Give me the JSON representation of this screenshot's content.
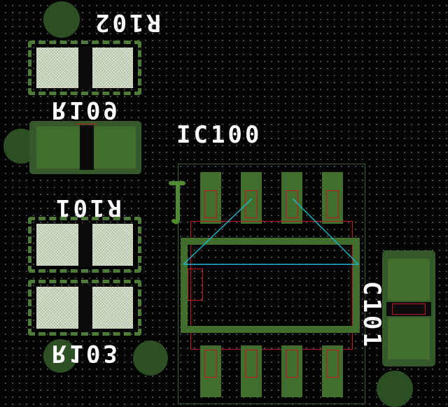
{
  "refdes": {
    "r102": "R102",
    "r109": "R109",
    "r101": "R101",
    "r103": "R103",
    "ic100": "IC100",
    "c101": "C101"
  },
  "colors": {
    "background": "#000000",
    "grid": "#5a5a5a",
    "copper": "#416e2c",
    "via": "#2c4f24",
    "silk": "#ffffff",
    "paste": "#dfe8d7",
    "courtyard": "#c01818",
    "ratsnest": "#1fb4c8",
    "pin1_marker": "#4e8a2e"
  },
  "icons": {
    "pin1": "pin1-marker-icon",
    "ratsnest": "ratsnest-icon"
  }
}
